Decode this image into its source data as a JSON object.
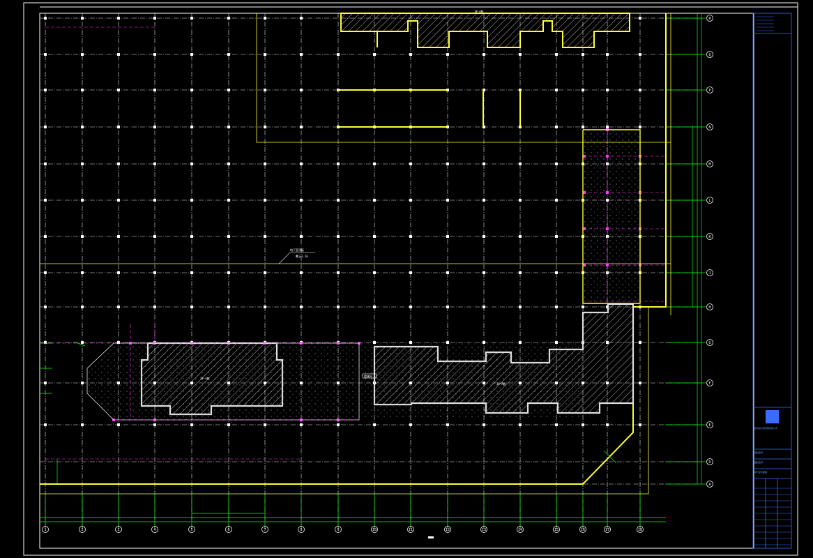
{
  "drawing": {
    "building_labels": [
      "1#-A栋",
      "2#-A栋",
      "3#-A栋"
    ],
    "leader_note_line1": "地下室顶板",
    "leader_note_line2": "覆土1.2m",
    "stair_label": "楼梯间",
    "sheet_mark": "────"
  },
  "axes": {
    "columns": [
      "1",
      "2",
      "3",
      "4",
      "5",
      "6",
      "7",
      "8",
      "9",
      "10",
      "11",
      "12",
      "13",
      "14",
      "15",
      "16",
      "17",
      "18"
    ],
    "rows": [
      "R",
      "Q",
      "P",
      "N",
      "M",
      "L",
      "K",
      "J",
      "H",
      "G",
      "F",
      "E",
      "D",
      "A"
    ]
  },
  "title_block": {
    "company": "建筑设计研究院有限公司",
    "project_label": "项目名称",
    "drawing_label": "图纸名称",
    "drawing_name": "地下室平面图"
  },
  "colors": {
    "background": "#000000",
    "grid": "#e8e8e8",
    "axis_green": "#00ff00",
    "wall_yellow": "#ffff33",
    "column_magenta": "#ff33ff",
    "title_block_blue": "#3a6dff",
    "column_white": "#ffffff"
  }
}
